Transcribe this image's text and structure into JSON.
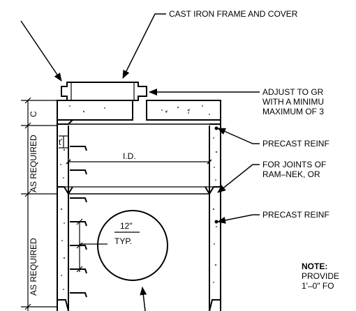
{
  "labels": {
    "frame_cover": "CAST IRON FRAME AND COVER",
    "adjust_line1": "ADJUST TO GR",
    "adjust_line2": "WITH A MINIMU",
    "adjust_line3": "MAXIMUM OF 3",
    "precast_reinf_1": "PRECAST REINF",
    "joints_line1": "FOR JOINTS OF",
    "joints_line2": "RAM–NEK, OR",
    "precast_reinf_2": "PRECAST REINF",
    "note_title": "NOTE:",
    "note_line1": "PROVIDE",
    "note_line2": "1'–0\" FO",
    "inside_diameter": "I.D.",
    "pipe_size": "12\"",
    "pipe_typ": "TYP.",
    "dim_c": "C",
    "dim_as_required_upper": "AS REQUIRED",
    "dim_as_required_lower": "AS REQUIRED",
    "dim_t": "t"
  },
  "colors": {
    "line": "#000000",
    "concrete_speckle": "#555555"
  }
}
